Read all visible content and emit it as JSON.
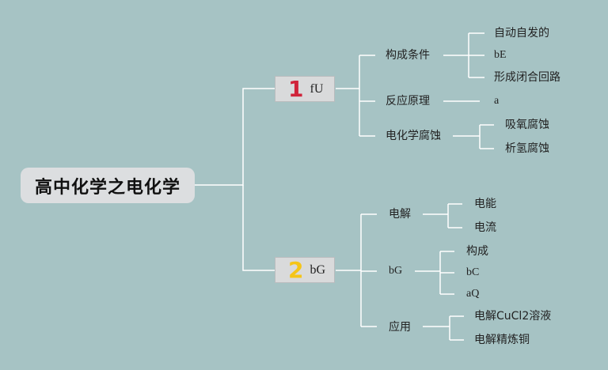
{
  "root": {
    "title": "高中化学之电化学"
  },
  "colors": {
    "background": "#a6c3c4",
    "line": "#ffffff",
    "num1": "#d0243a",
    "num2": "#f5c518"
  },
  "branch1": {
    "number": "1",
    "label": "fU",
    "children": [
      {
        "label": "构成条件",
        "children": [
          "自动自发的",
          "bE",
          "形成闭合回路"
        ]
      },
      {
        "label": "反应原理",
        "children": [
          "a"
        ]
      },
      {
        "label": "电化学腐蚀",
        "children": [
          "吸氧腐蚀",
          "析氢腐蚀"
        ]
      }
    ]
  },
  "branch2": {
    "number": "2",
    "label": "bG",
    "children": [
      {
        "label": "电解",
        "children": [
          "电能",
          "电流"
        ]
      },
      {
        "label": "bG",
        "children": [
          "构成",
          "bC",
          "aQ"
        ]
      },
      {
        "label": "应用",
        "children": [
          "电解CuCl2溶液",
          "电解精炼铜"
        ]
      }
    ]
  }
}
